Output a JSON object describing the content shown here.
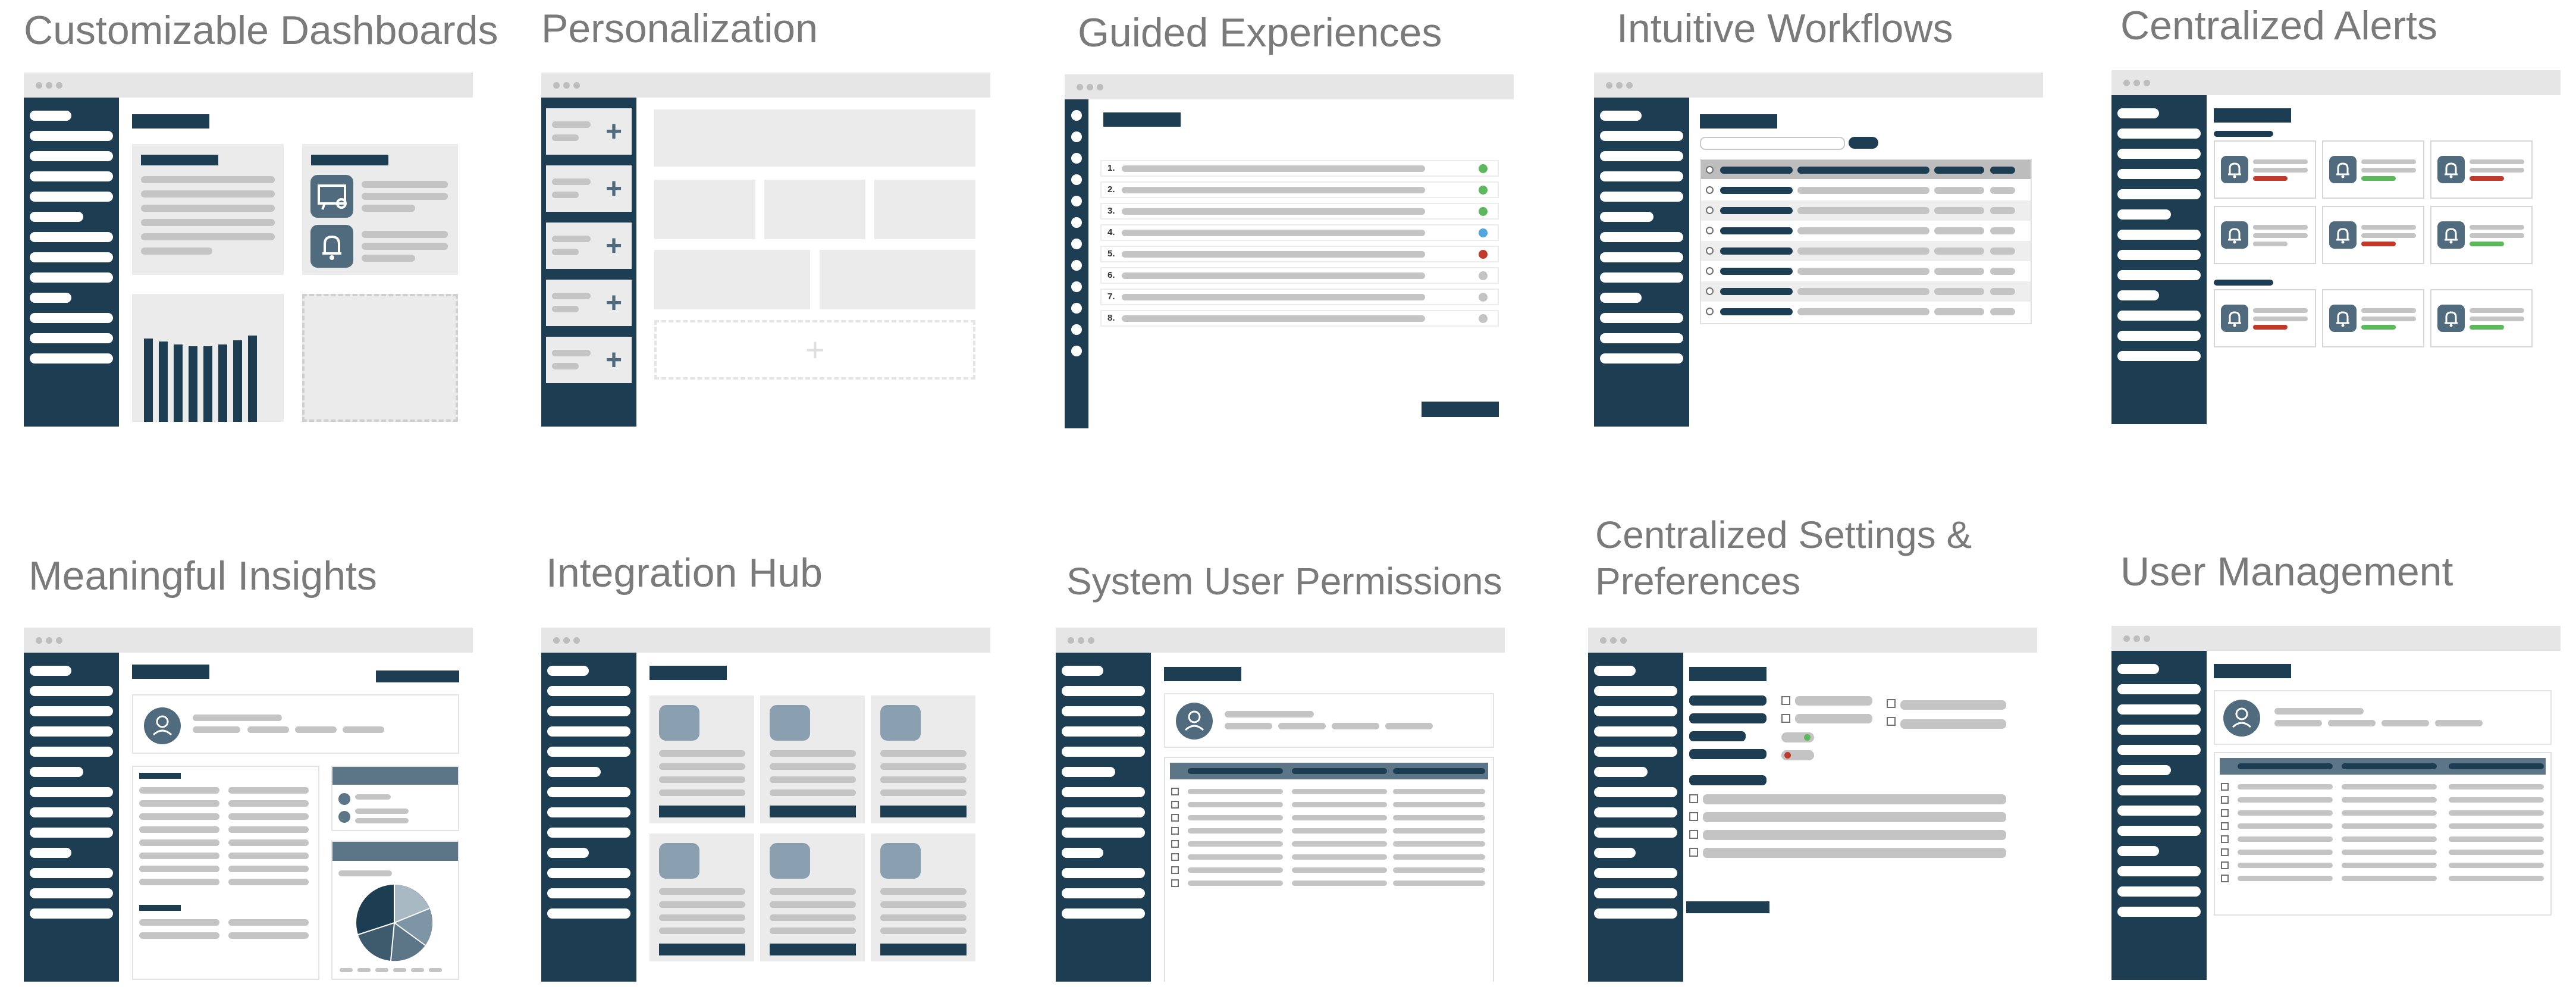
{
  "tiles": [
    {
      "title": "Customizable Dashboards"
    },
    {
      "title": "Personalization"
    },
    {
      "title": "Guided Experiences"
    },
    {
      "title": "Intuitive Workflows"
    },
    {
      "title": "Centralized Alerts"
    },
    {
      "title": "Meaningful Insights"
    },
    {
      "title": "Integration Hub"
    },
    {
      "title": "System User Permissions"
    },
    {
      "title": "Centralized Settings & Preferences"
    },
    {
      "title": "User Management"
    }
  ],
  "guided_steps": [
    "1.",
    "2.",
    "3.",
    "4.",
    "5.",
    "6.",
    "7.",
    "8."
  ],
  "colors": {
    "navy": "#1d3d53",
    "slate": "#5c7688",
    "gray_line": "#c4c4c4",
    "pale_panel": "#ebebeb",
    "title_gray": "#7a7a7a",
    "status_green": "#5cb85c",
    "status_blue": "#4ea6dc",
    "status_red": "#c0392b",
    "status_gray": "#c4c4c4"
  },
  "guided_status": [
    "green",
    "green",
    "green",
    "blue",
    "red",
    "gray",
    "gray",
    "gray"
  ],
  "alert_levels": [
    [
      "red",
      "green",
      "red"
    ],
    [
      "gray",
      "red",
      "green"
    ],
    [
      "red",
      "green",
      "green"
    ]
  ],
  "icons": {
    "dashboard_widget_1": "presentation-icon",
    "dashboard_widget_2": "bell-icon",
    "personalization_add": "plus-icon",
    "alert_card": "bell-icon",
    "profile": "user-icon"
  }
}
